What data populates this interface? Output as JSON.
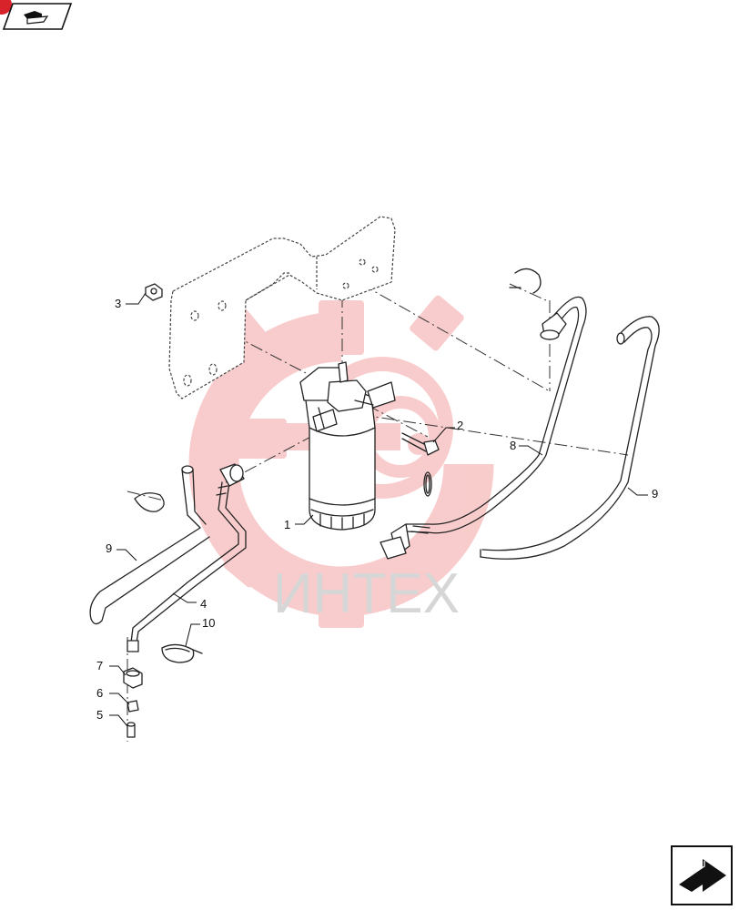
{
  "watermark": {
    "text": "ИНТЕХ",
    "color": "#f08080"
  },
  "nav": {
    "top_icon": "folder-back-icon",
    "bottom_icon": "next-page-arrow-icon"
  },
  "callouts": {
    "c1": "1",
    "c2": "2",
    "c3": "3",
    "c4": "4",
    "c5": "5",
    "c6": "6",
    "c7": "7",
    "c8": "8",
    "c9a": "9",
    "c9b": "9",
    "c10": "10"
  }
}
